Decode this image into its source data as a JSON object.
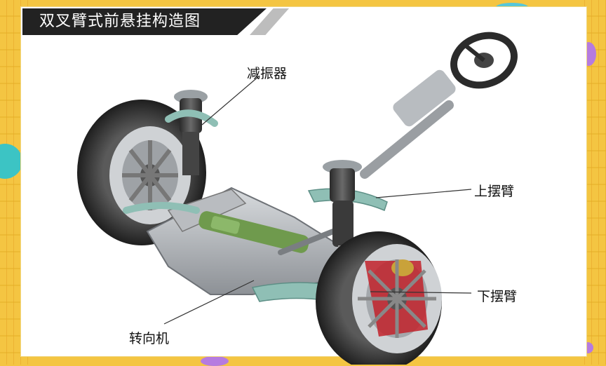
{
  "title": "双叉臂式前悬挂构造图",
  "labels": {
    "shock_absorber": "减振器",
    "upper_arm": "上摆臂",
    "lower_arm": "下摆臂",
    "steering_gear": "转向机"
  },
  "colors": {
    "background": "#f4c542",
    "card": "#ffffff",
    "title_bar": "#222222",
    "arm_teal": "#8fbfb5",
    "frame_metal": "#a7abb0",
    "steering_green": "#6f9a4d",
    "brake_red": "#c2222a",
    "tire": "#2b2b2b",
    "spring": "#3a3a3a",
    "leader_line": "#333333"
  }
}
